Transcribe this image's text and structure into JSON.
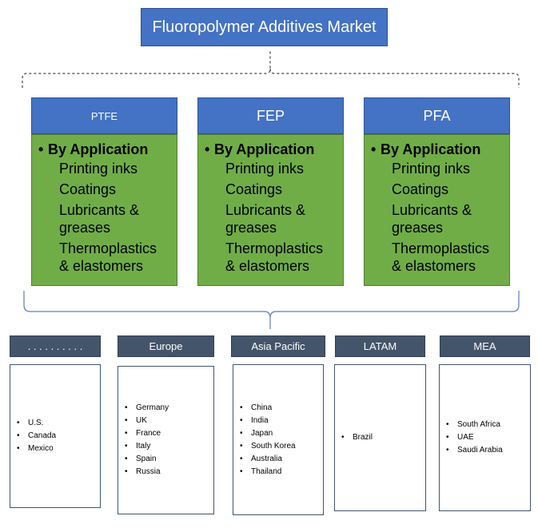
{
  "title": "Fluoropolymer Additives Market",
  "products": [
    {
      "name": "PTFE",
      "group": "By Application",
      "items": [
        "Printing inks",
        "Coatings",
        "Lubricants & greases",
        "Thermoplastics & elastomers"
      ]
    },
    {
      "name": "FEP",
      "group": "By Application",
      "items": [
        "Printing inks",
        "Coatings",
        "Lubricants & greases",
        "Thermoplastics & elastomers"
      ]
    },
    {
      "name": "PFA",
      "group": "By Application",
      "items": [
        "Printing inks",
        "Coatings",
        "Lubricants & greases",
        "Thermoplastics & elastomers"
      ]
    }
  ],
  "regions": [
    {
      "name": ". . . . . . . . . .",
      "countries": [
        "U.S.",
        "Canada",
        "Mexico"
      ]
    },
    {
      "name": "Europe",
      "countries": [
        "Germany",
        "UK",
        "France",
        "Italy",
        "Spain",
        "Russia"
      ]
    },
    {
      "name": "Asia Pacific",
      "countries": [
        "China",
        "India",
        "Japan",
        "South Korea",
        "Australia",
        "Thailand"
      ]
    },
    {
      "name": "LATAM",
      "countries": [
        "Brazil"
      ]
    },
    {
      "name": "MEA",
      "countries": [
        "South Africa",
        "UAE",
        "Saudi Arabia"
      ]
    }
  ],
  "colors": {
    "title_fill": "#4472c4",
    "product_fill": "#70ad47",
    "region_header": "#44546a"
  }
}
